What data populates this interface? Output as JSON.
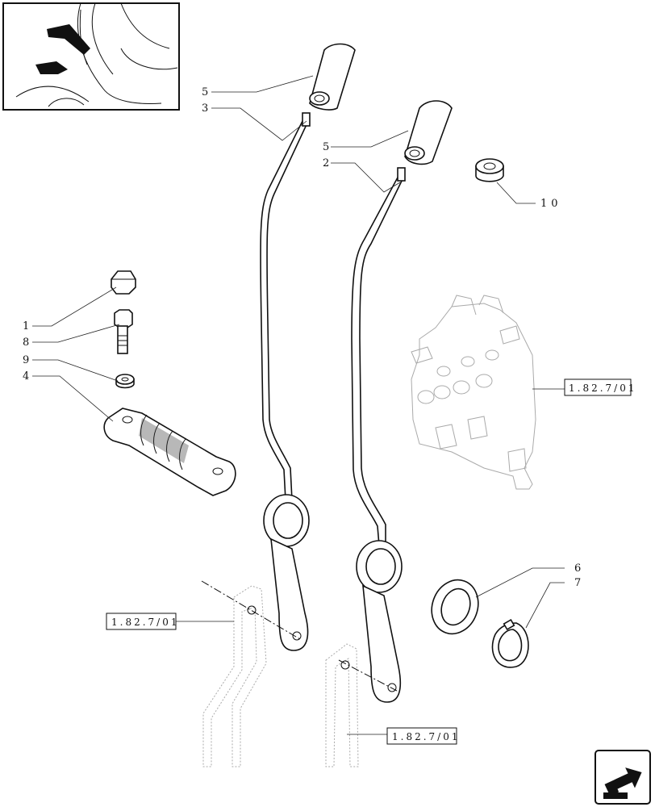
{
  "callouts": {
    "c1": "1",
    "c8": "8",
    "c9": "9",
    "c4": "4",
    "c5a": "5",
    "c3": "3",
    "c5b": "5",
    "c2": "2",
    "c10": "10",
    "c6": "6",
    "c7": "7"
  },
  "refs": {
    "valve": "1.82.7/01",
    "left": "1.82.7/01",
    "bottom": "1.82.7/01"
  },
  "icons": {
    "thumbnail": "tractor-cab-levers-thumbnail",
    "nav": "next-page-arrow-icon"
  }
}
